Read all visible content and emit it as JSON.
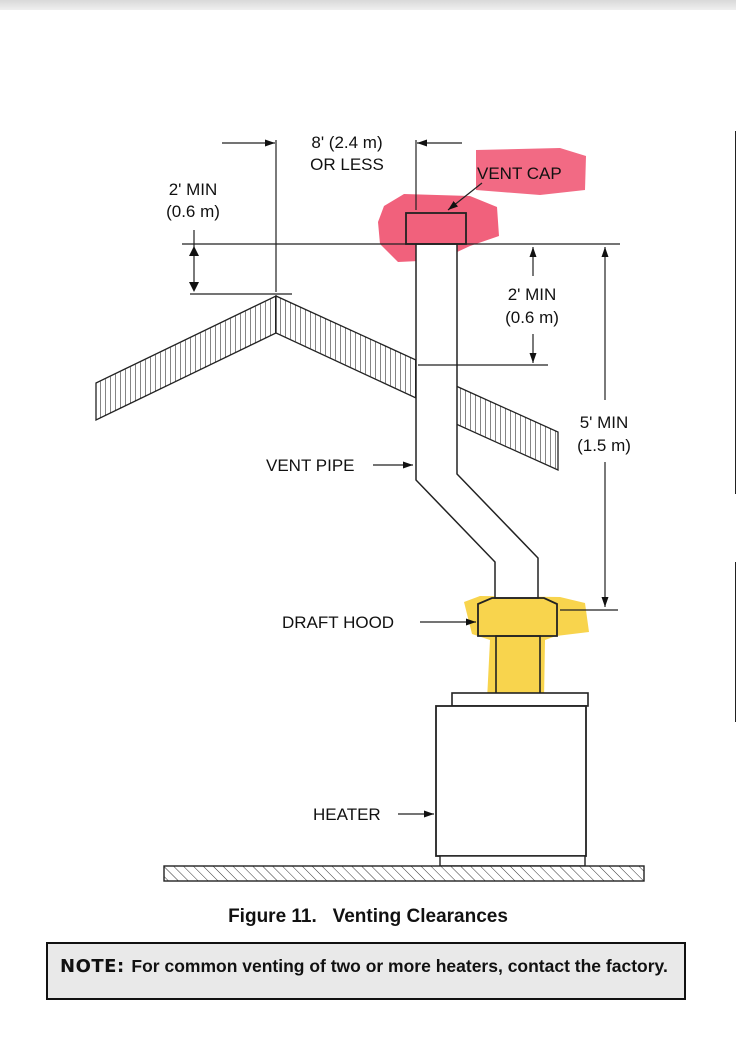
{
  "labels": {
    "max_spacing_line1": "8' (2.4 m)",
    "max_spacing_line2": "OR LESS",
    "left_min_line1": "2' MIN",
    "left_min_line2": "(0.6 m)",
    "vent_cap": "VENT CAP",
    "right_min_line1": "2' MIN",
    "right_min_line2": "(0.6 m)",
    "height_min_line1": "5' MIN",
    "height_min_line2": "(1.5 m)",
    "vent_pipe": "VENT PIPE",
    "draft_hood": "DRAFT HOOD",
    "heater": "HEATER"
  },
  "caption": "Figure 11.   Venting Clearances",
  "note": {
    "label": "NOTE:",
    "text": "For common venting of two or more heaters, contact the factory."
  },
  "highlights": {
    "vent_cap_color": "#f0506e",
    "draft_hood_color": "#f7cf3a"
  }
}
